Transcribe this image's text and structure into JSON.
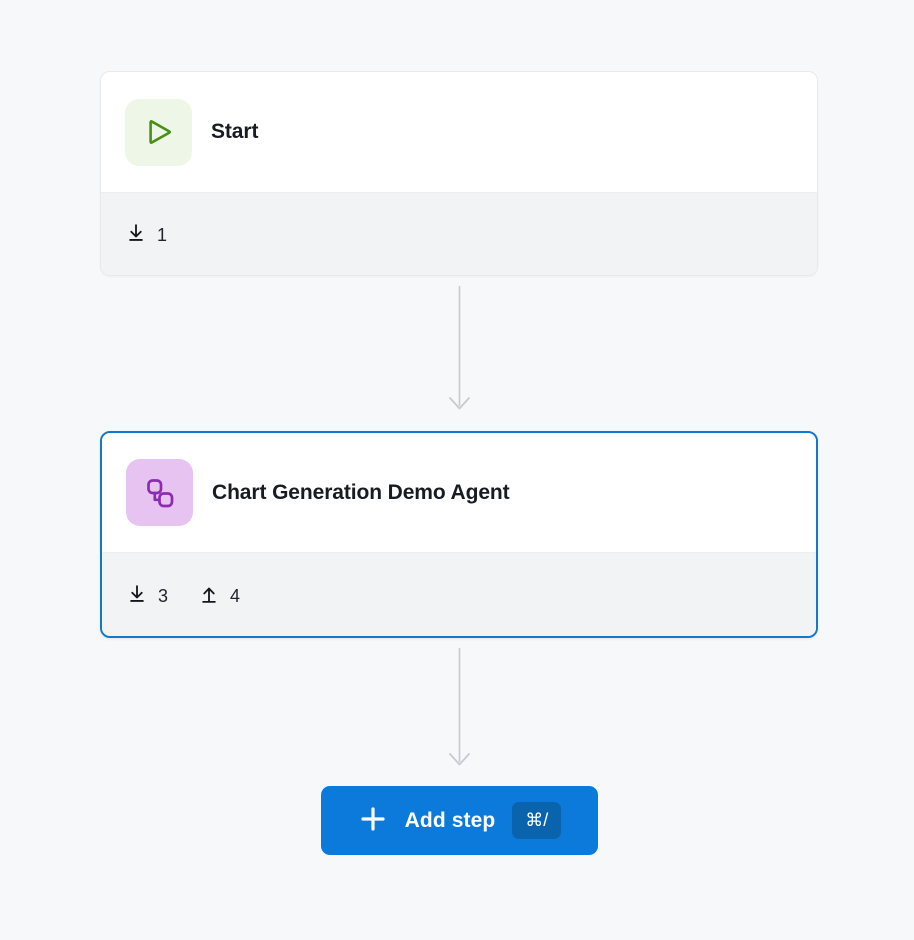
{
  "page": {
    "background_color": "#f7f8fa",
    "type": "workflow-builder-canvas"
  },
  "nodes": [
    {
      "id": "start",
      "title": "Start",
      "icon": "play-icon",
      "icon_color": "#4a8f17",
      "icon_background": "#eef7e7",
      "selected": false,
      "stats": [
        {
          "icon": "download-icon",
          "label": "inputs",
          "count": "1"
        }
      ]
    },
    {
      "id": "chart-generation-demo-agent",
      "title": "Chart Generation Demo Agent",
      "icon": "workflow-nodes-icon",
      "icon_color": "#8d2bb0",
      "icon_background": "#e6c3f0",
      "selected": true,
      "selected_border_color": "#1278ca",
      "stats": [
        {
          "icon": "download-icon",
          "label": "inputs",
          "count": "3"
        },
        {
          "icon": "upload-icon",
          "label": "outputs",
          "count": "4"
        }
      ]
    }
  ],
  "connectors": [
    {
      "from": "start",
      "to": "chart-generation-demo-agent",
      "style": "arrow-down",
      "color": "#c6cad1"
    },
    {
      "from": "chart-generation-demo-agent",
      "to": "add-step-button",
      "style": "arrow-down",
      "color": "#c6cad1"
    }
  ],
  "add_step": {
    "label": "Add step",
    "icon": "plus-icon",
    "shortcut": "⌘/",
    "background_color": "#0b7ada",
    "shortcut_background_color": "#0a63ad"
  }
}
